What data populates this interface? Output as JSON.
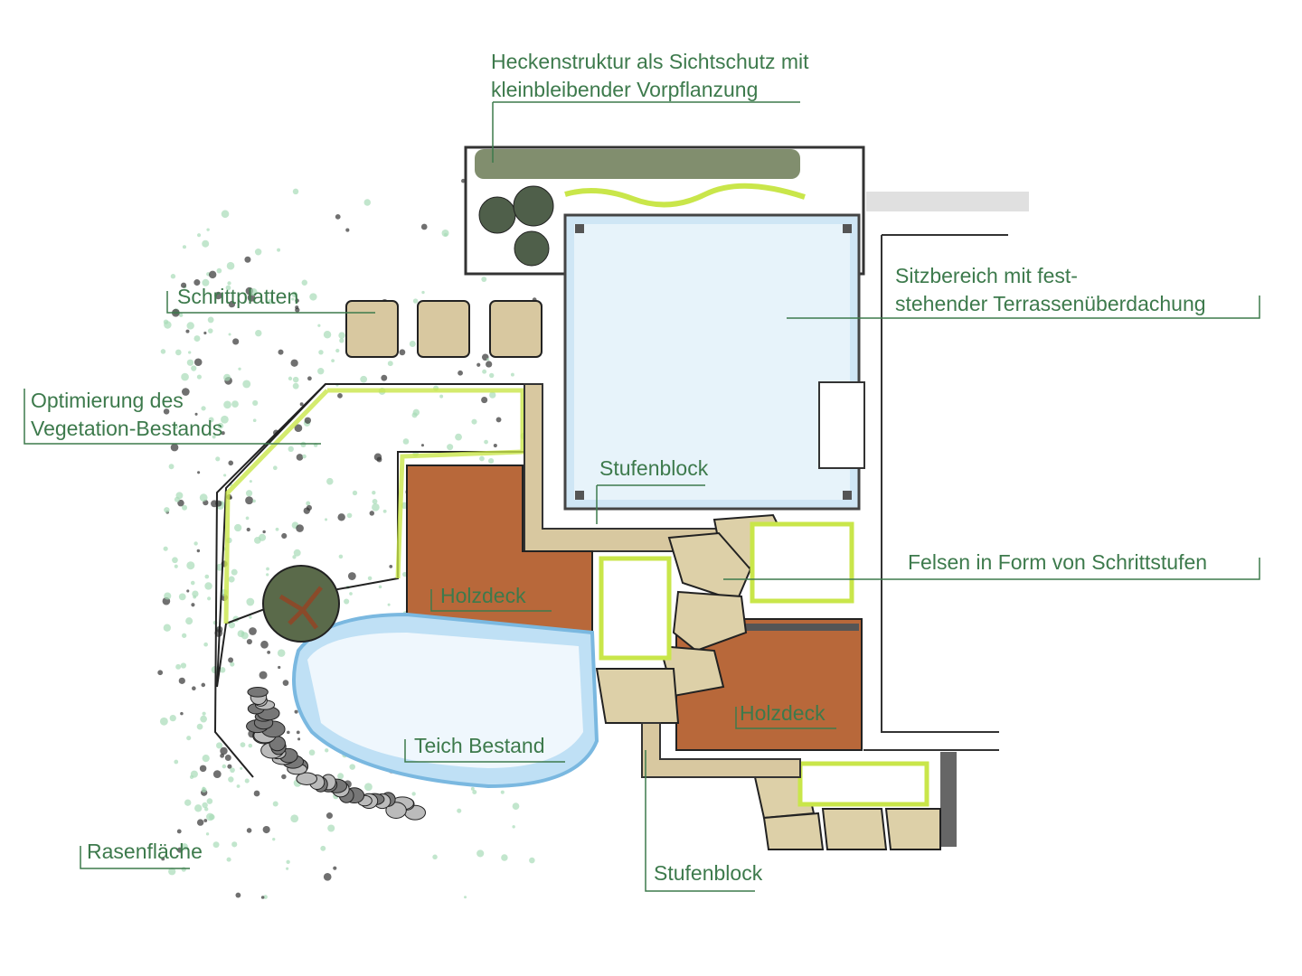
{
  "colors": {
    "label": "#3d7a4c",
    "wood": "#b8683a",
    "stone": "#c9b48a",
    "water": "#a9d3ee",
    "hedge": "#6b7a55",
    "lawn_dots": "#a8dcb8",
    "accent_green": "#c9e64a"
  },
  "labels": {
    "hedge_line1": "Heckenstruktur als Sichtschutz mit",
    "hedge_line2": "kleinbleibender Vorpflanzung",
    "stepping_stones": "Schrittplatten",
    "vegetation_line1": "Optimierung des",
    "vegetation_line2": "Vegetation-Bestands",
    "seating_line1": "Sitzbereich mit fest-",
    "seating_line2": "stehender Terrassenüberdachung",
    "step_block_top": "Stufenblock",
    "rocks": "Felsen in Form von Schrittstufen",
    "deck_left": "Holzdeck",
    "deck_right": "Holzdeck",
    "pond": "Teich Bestand",
    "lawn": "Rasenfläche",
    "step_block_bottom": "Stufenblock"
  }
}
